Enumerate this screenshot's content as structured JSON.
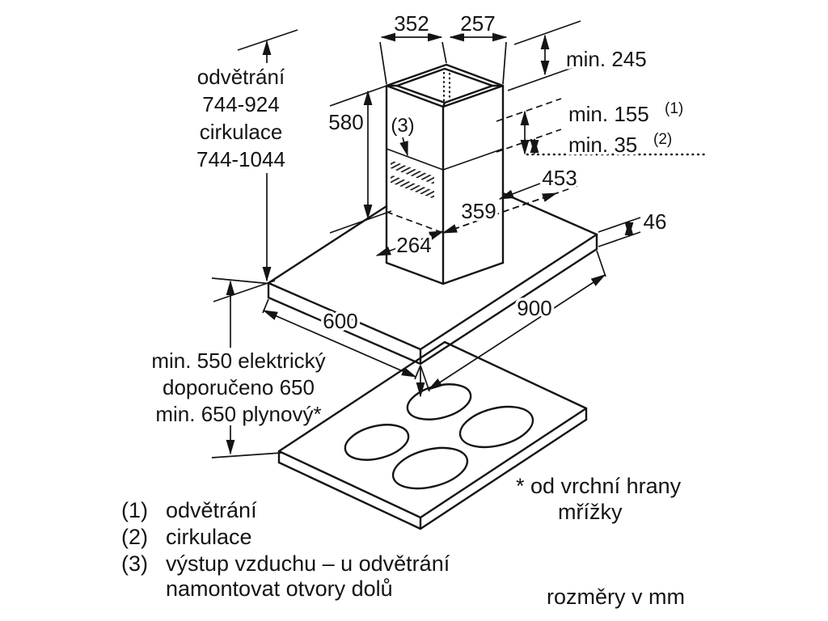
{
  "colors": {
    "line": "#141414",
    "background": "#ffffff"
  },
  "dims": {
    "chimney_top_left": "352",
    "chimney_top_right": "257",
    "ceiling_min": "min. 245",
    "clearance_1": "min. 155",
    "clearance_1_sup": "(1)",
    "clearance_2": "min. 35",
    "clearance_2_sup": "(2)",
    "chimney_lower": "453",
    "outlet_depth": "359",
    "outlet_front": "264",
    "chimney_section": "580",
    "canopy_thickness": "46",
    "canopy_depth": "600",
    "canopy_width": "900",
    "vent_ref": "(3)"
  },
  "height_range": {
    "l1": "odvětrání",
    "l2": "744-924",
    "l3": "cirkulace",
    "l4": "744-1044"
  },
  "mount_height": {
    "l1": "min. 550 elektrický",
    "l2": "doporučeno 650",
    "l3": "min. 650 plynový*"
  },
  "legend": {
    "items": [
      {
        "num": "(1)",
        "label": "odvětrání"
      },
      {
        "num": "(2)",
        "label": "cirkulace"
      },
      {
        "num": "(3)",
        "label": "výstup vzduchu – u odvětrání"
      },
      {
        "num": "",
        "label": "namontovat otvory dolů"
      }
    ]
  },
  "footnote": {
    "l1": "* od vrchní hrany",
    "l2": "mřížky"
  },
  "units_note": "rozměry v mm"
}
